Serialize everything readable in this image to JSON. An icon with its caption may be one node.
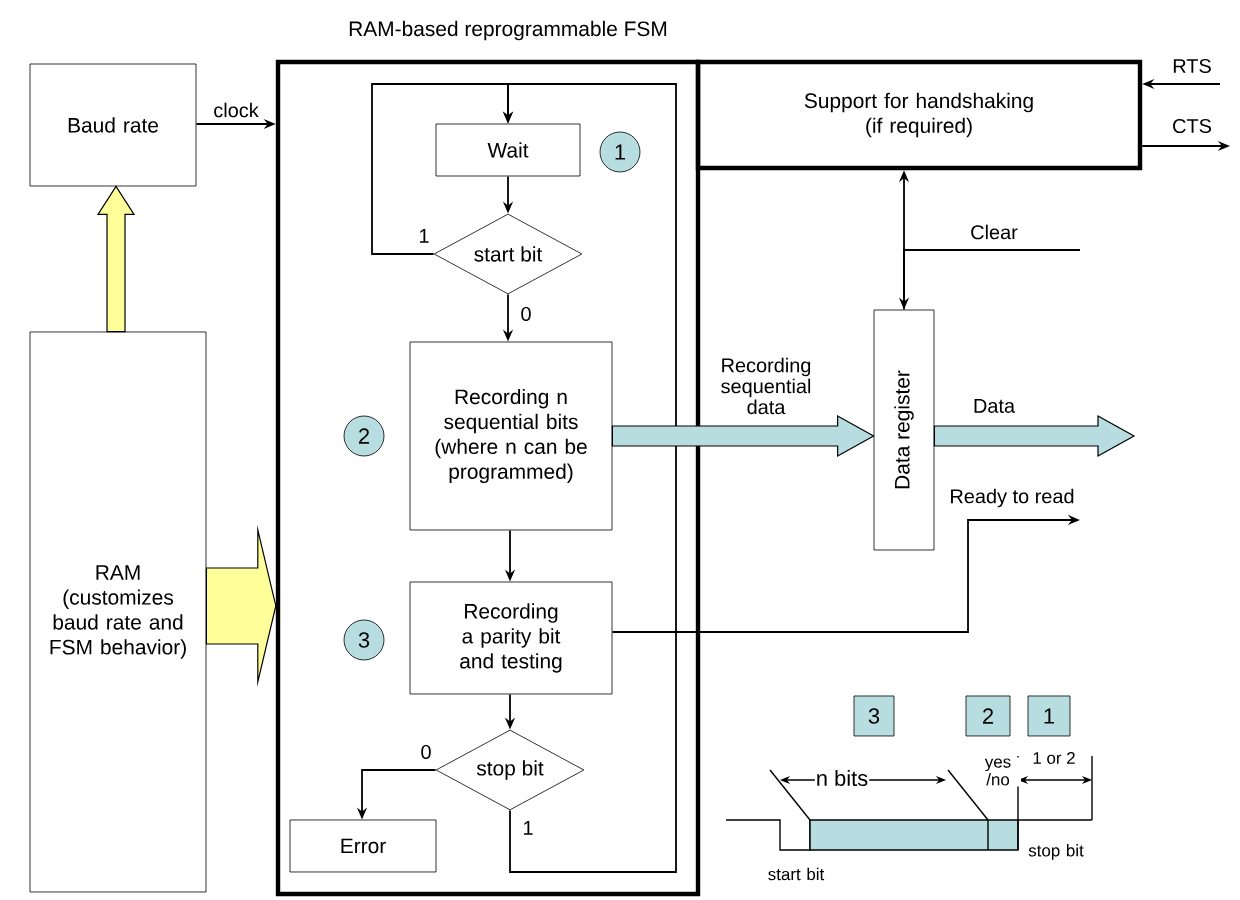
{
  "diagram": {
    "nodes": [
      {
        "text": [
          "Baud rate"
        ]
      },
      {
        "text": [
          "RAM (customizes baud rate and FSM behavior)"
        ]
      },
      {
        "text": [
          "RAM-based reprogrammable FSM"
        ]
      },
      {
        "text": [
          "Wait"
        ],
        "beside": [
          "1"
        ],
        "in": 2
      },
      {
        "text": [
          "start bit"
        ],
        "in": 2
      },
      {
        "text": [
          "Recording n sequential bits (where n can be programmed)"
        ],
        "beside": [
          "2"
        ],
        "in": 2
      },
      {
        "text": [
          "Recording a parity bit and testing"
        ],
        "beside": [
          "3"
        ],
        "in": 2
      },
      {
        "text": [
          "stop bit"
        ],
        "in": 2
      },
      {
        "text": [
          "Error"
        ],
        "in": 2
      },
      {
        "text": [
          "Support for handshaking (if required)"
        ]
      },
      {
        "text": [
          "Data register"
        ]
      },
      {
        "text": [
          "3"
        ]
      },
      {
        "text": [
          "2"
        ]
      },
      {
        "text": [
          "1"
        ]
      }
    ],
    "edges": [
      {
        "from": 0,
        "to": 2,
        "arrow": "to",
        "label": "clock"
      },
      {
        "from": 1,
        "to": 0,
        "arrow": "to",
        "style": "thick",
        "color": "#ffff99"
      },
      {
        "from": 1,
        "to": 2,
        "arrow": "to",
        "style": "thick",
        "color": "#ffff99"
      },
      {
        "from": 3,
        "to": 4,
        "arrow": "to"
      },
      {
        "from": 4,
        "to": 3,
        "arrow": "to",
        "label": "1"
      },
      {
        "from": 4,
        "to": 5,
        "arrow": "to",
        "label": "0"
      },
      {
        "from": 5,
        "to": 6,
        "arrow": "to"
      },
      {
        "from": 6,
        "to": 7,
        "arrow": "to"
      },
      {
        "from": 7,
        "to": 8,
        "arrow": "to",
        "label": "0"
      },
      {
        "from": 7,
        "to": 3,
        "arrow": "to",
        "label": "1"
      },
      {
        "from": 5,
        "to": 10,
        "arrow": "to",
        "label": "Recording sequential data",
        "style": "thick",
        "color": "#b7dde0"
      },
      {
        "from": 10,
        "to": null,
        "arrow": "to",
        "label": "Data",
        "style": "thick",
        "color": "#b7dde0"
      },
      {
        "from": 9,
        "to": 10,
        "arrow": "both"
      },
      {
        "from": null,
        "to": 10,
        "arrow": "none",
        "label": "Clear"
      },
      {
        "from": 6,
        "to": null,
        "arrow": "to",
        "label": "Ready to read"
      },
      {
        "from": null,
        "to": 9,
        "arrow": "to",
        "label": "RTS"
      },
      {
        "from": 9,
        "to": null,
        "arrow": "to",
        "label": "CTS"
      }
    ],
    "labels": [
      "n bits",
      "yes /no",
      "1 or 2",
      "start bit",
      "stop bit"
    ]
  }
}
